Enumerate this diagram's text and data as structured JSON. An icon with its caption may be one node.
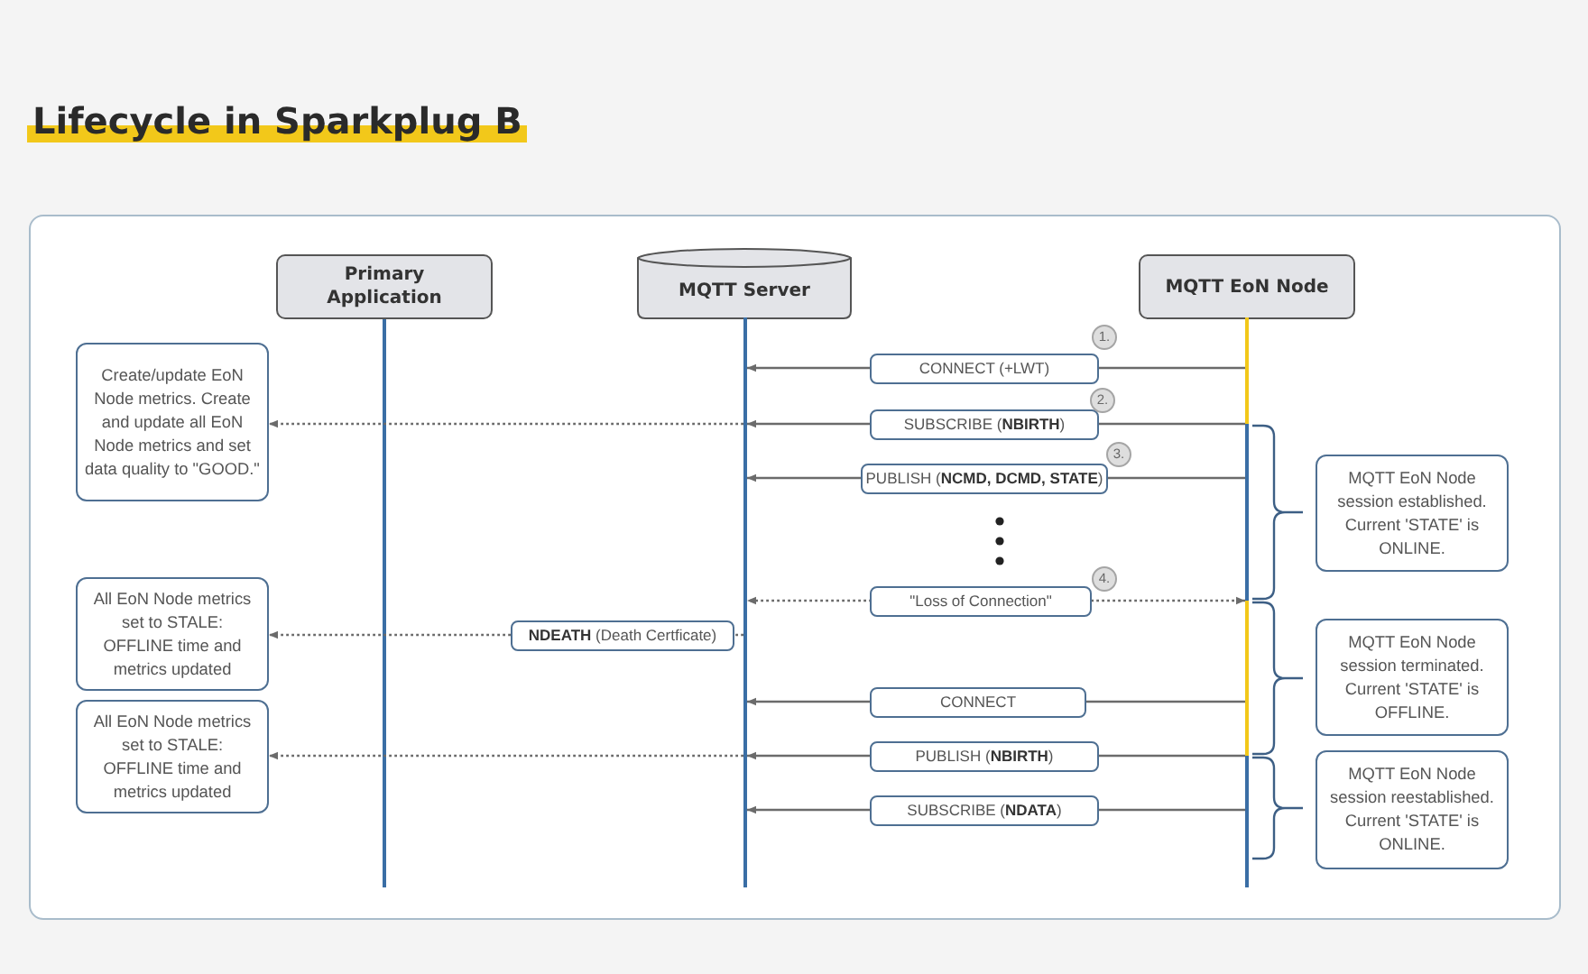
{
  "diagram": {
    "title": "Lifecycle in Sparkplug B",
    "nodes": [
      {
        "text": [
          "Primary Application"
        ]
      },
      {
        "text": [
          "MQTT Server"
        ]
      },
      {
        "text": [
          "MQTT EoN Node"
        ]
      },
      {
        "text": [
          "Create/update EoN Node metrics. Create and update all EoN Node metrics and set data quality to \"GOOD.\""
        ]
      },
      {
        "text": [
          "All EoN Node metrics set to STALE: OFFLINE time and metrics updated"
        ]
      },
      {
        "text": [
          "All EoN Node metrics set to STALE: OFFLINE time and metrics updated"
        ]
      },
      {
        "text": [
          "MQTT EoN Node session established. Current 'STATE' is ONLINE."
        ]
      },
      {
        "text": [
          "MQTT EoN Node session terminated. Current 'STATE' is OFFLINE."
        ]
      },
      {
        "text": [
          "MQTT EoN Node session reestablished. Current 'STATE' is ONLINE."
        ]
      }
    ],
    "edges": [
      {
        "from": 2,
        "to": 1,
        "arrow": "to",
        "label": "CONNECT (+LWT)"
      },
      {
        "from": 2,
        "to": 1,
        "arrow": "to",
        "label": "SUBSCRIBE (**NBIRTH**)"
      },
      {
        "from": 1,
        "to": 3,
        "arrow": "to",
        "style": "dashed"
      },
      {
        "from": 2,
        "to": 1,
        "arrow": "to",
        "label": "PUBLISH (**NCMD, DCMD, STATE**)"
      },
      {
        "from": 2,
        "to": 1,
        "arrow": "both",
        "label": "\"Loss of Connection\"",
        "style": "dashed"
      },
      {
        "from": 1,
        "to": 4,
        "arrow": "to",
        "label": "**NDEATH** (Death Certficate)",
        "style": "dashed"
      },
      {
        "from": 2,
        "to": 1,
        "arrow": "to",
        "label": "CONNECT"
      },
      {
        "from": 2,
        "to": 1,
        "arrow": "to",
        "label": "PUBLISH (**NBIRTH**)"
      },
      {
        "from": 1,
        "to": 5,
        "arrow": "to",
        "style": "dashed"
      },
      {
        "from": 2,
        "to": 1,
        "arrow": "to",
        "label": "SUBSCRIBE (**NDATA**)"
      }
    ],
    "labels": [
      "1.",
      "2.",
      "3.",
      "4."
    ]
  }
}
